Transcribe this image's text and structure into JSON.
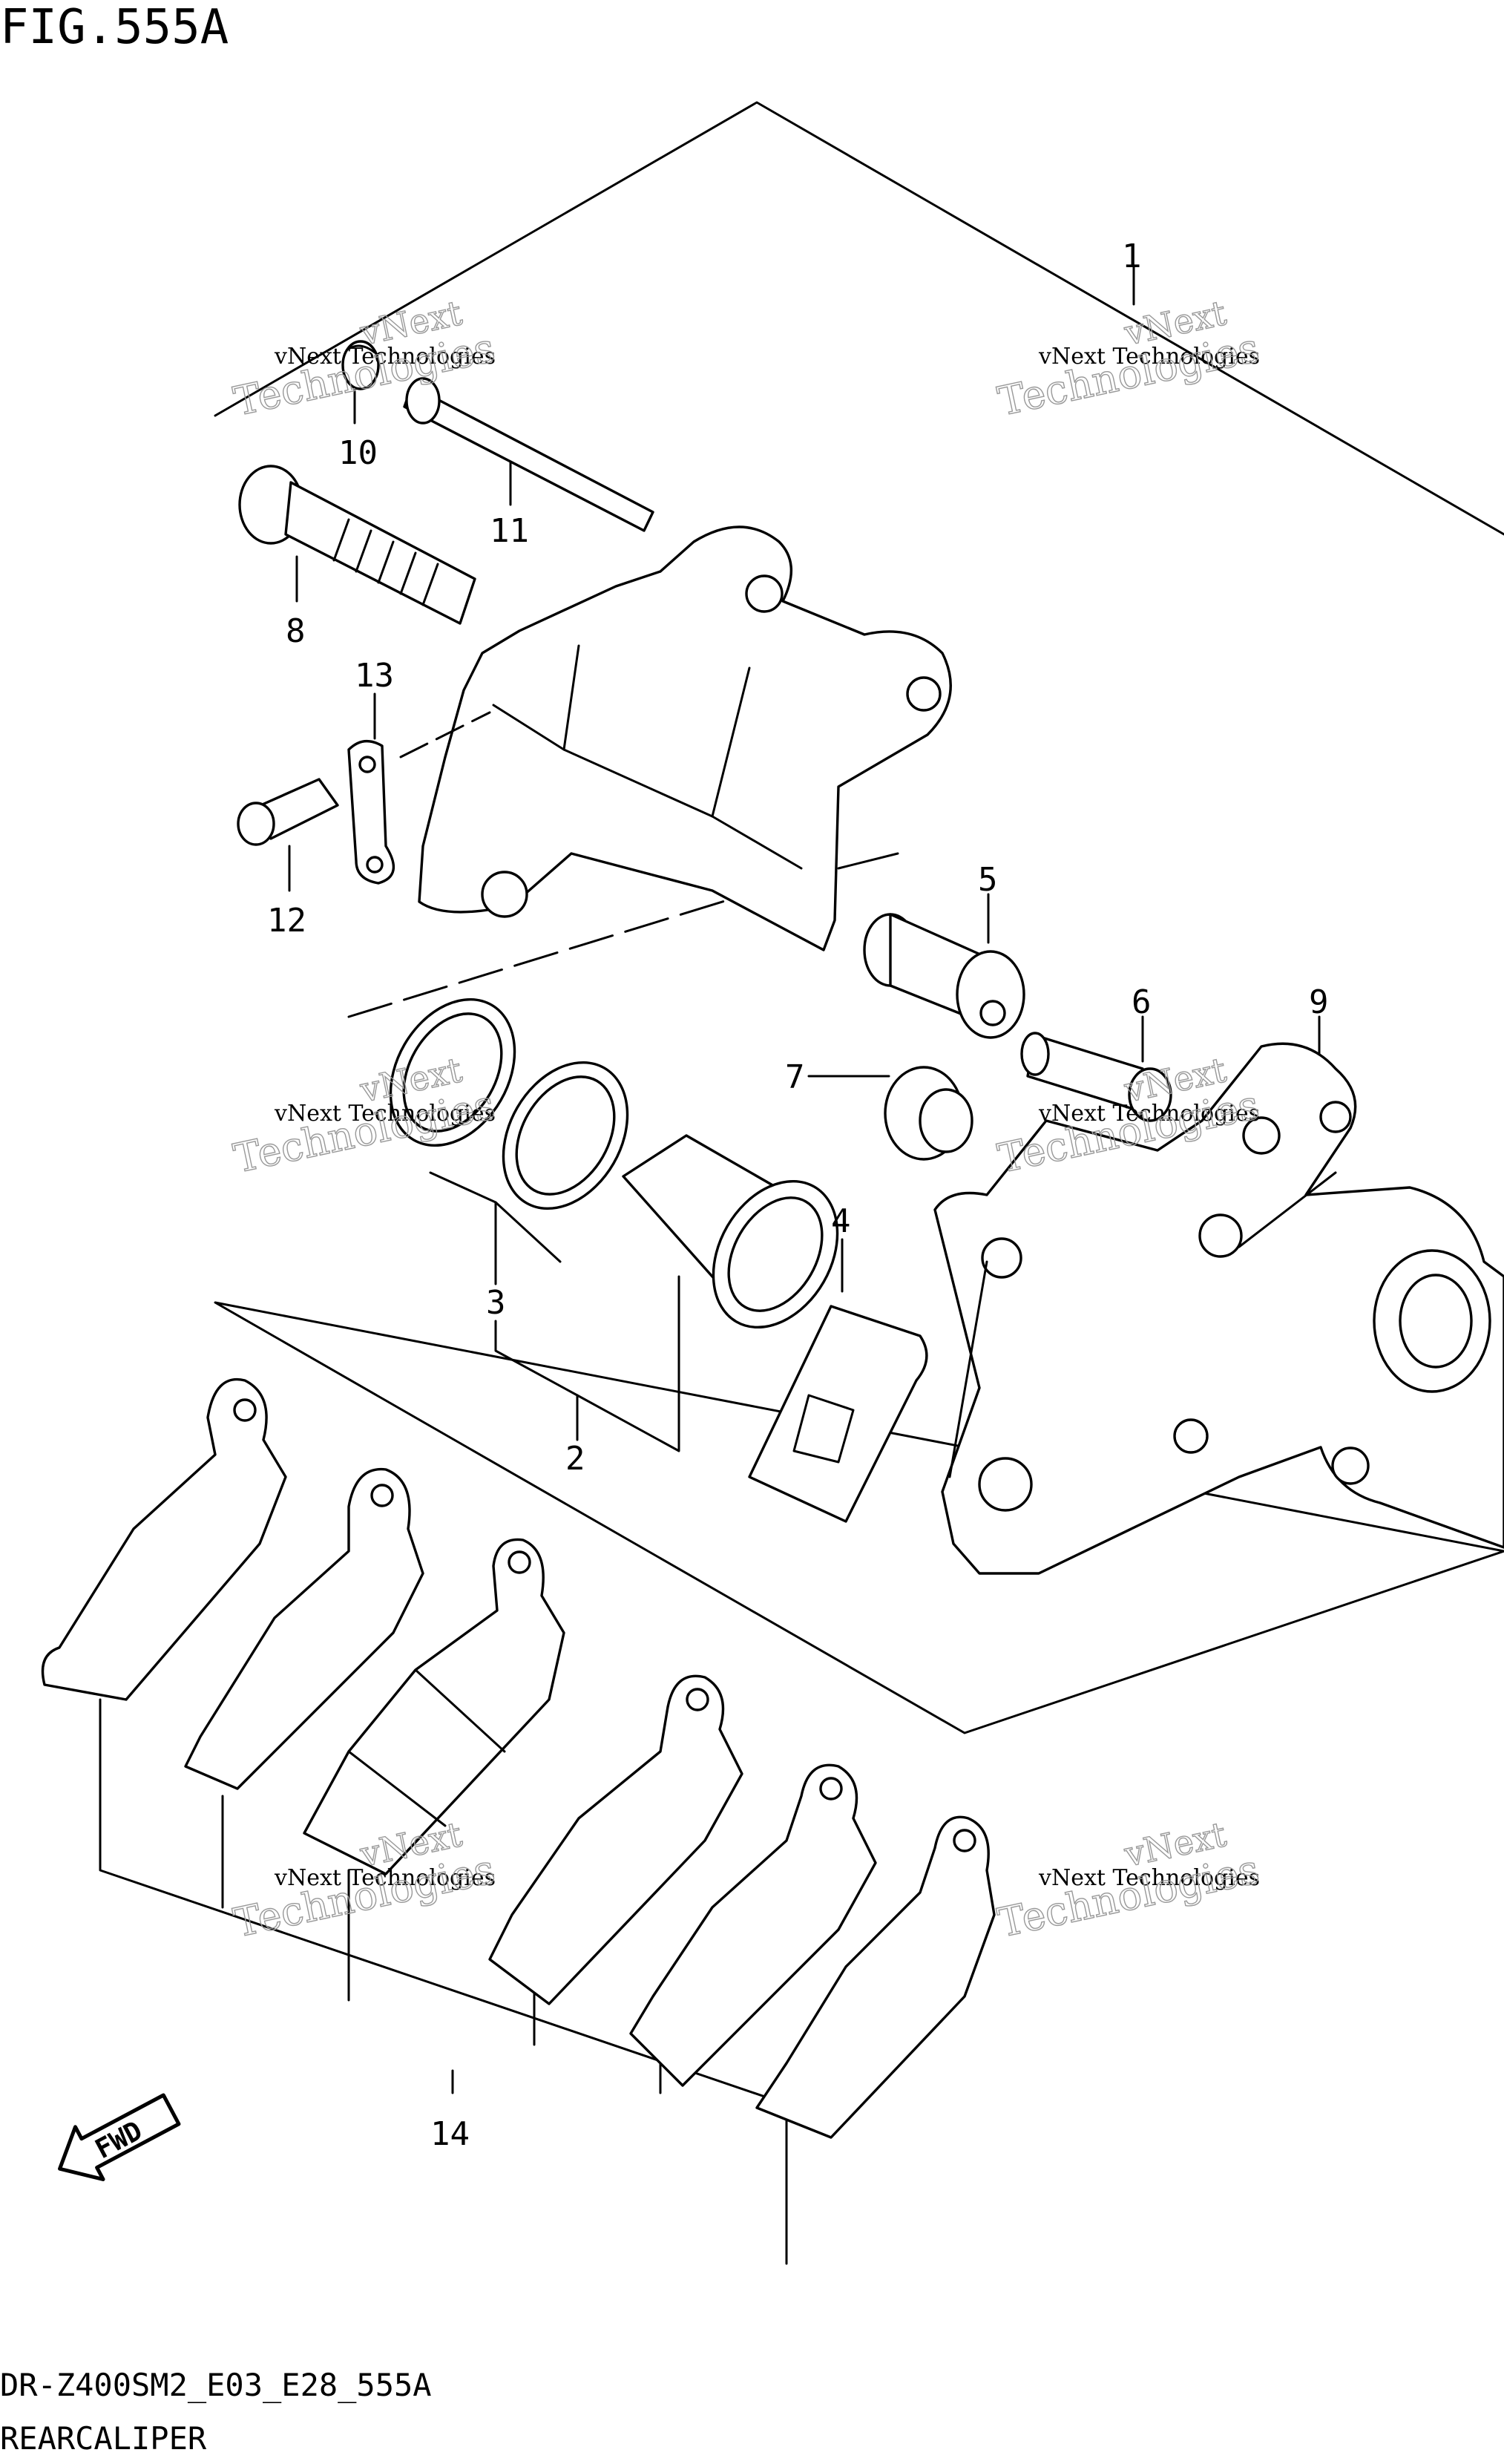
{
  "figure": {
    "title": "FIG.555A",
    "model_code": "DR-Z400SM2_E03_E28_555A",
    "caption": "REARCALIPER"
  },
  "callouts": [
    "1",
    "2",
    "3",
    "4",
    "5",
    "6",
    "7",
    "8",
    "9",
    "10",
    "11",
    "12",
    "13",
    "14"
  ],
  "direction_badge": "FWD",
  "watermarks": [
    {
      "line1": "vNext Technologies",
      "line2": "vNext",
      "line3": "Technologies"
    },
    {
      "line1": "vNext Technologies",
      "line2": "vNext",
      "line3": "Technologies"
    },
    {
      "line1": "vNext Technologies",
      "line2": "vNext",
      "line3": "Technologies"
    },
    {
      "line1": "vNext Technologies",
      "line2": "vNext",
      "line3": "Technologies"
    },
    {
      "line1": "vNext Technologies",
      "line2": "vNext",
      "line3": "Technologies"
    },
    {
      "line1": "vNext Technologies",
      "line2": "vNext",
      "line3": "Technologies"
    }
  ],
  "colors": {
    "ink": "#000000",
    "paper": "#ffffff",
    "watermark": "#9a9a9a"
  }
}
